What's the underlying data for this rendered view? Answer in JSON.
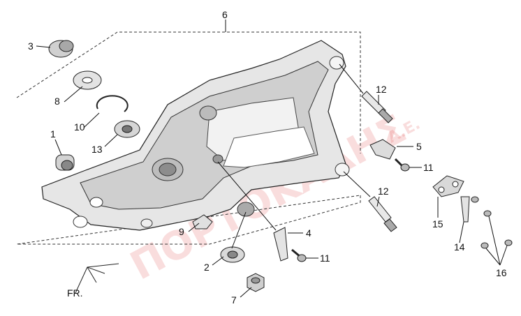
{
  "diagram": {
    "watermark": "ΠΟΡΤΟΚΑΛΗΣ",
    "watermark_suffix": "Α.Ε.",
    "direction_label": "FR.",
    "callouts": {
      "c1": "1",
      "c2": "2",
      "c3": "3",
      "c4": "4",
      "c5": "5",
      "c6": "6",
      "c7": "7",
      "c8": "8",
      "c9": "9",
      "c10": "10",
      "c11a": "11",
      "c11b": "11",
      "c12a": "12",
      "c12b": "12",
      "c13": "13",
      "c14": "14",
      "c15": "15",
      "c16": "16"
    }
  }
}
